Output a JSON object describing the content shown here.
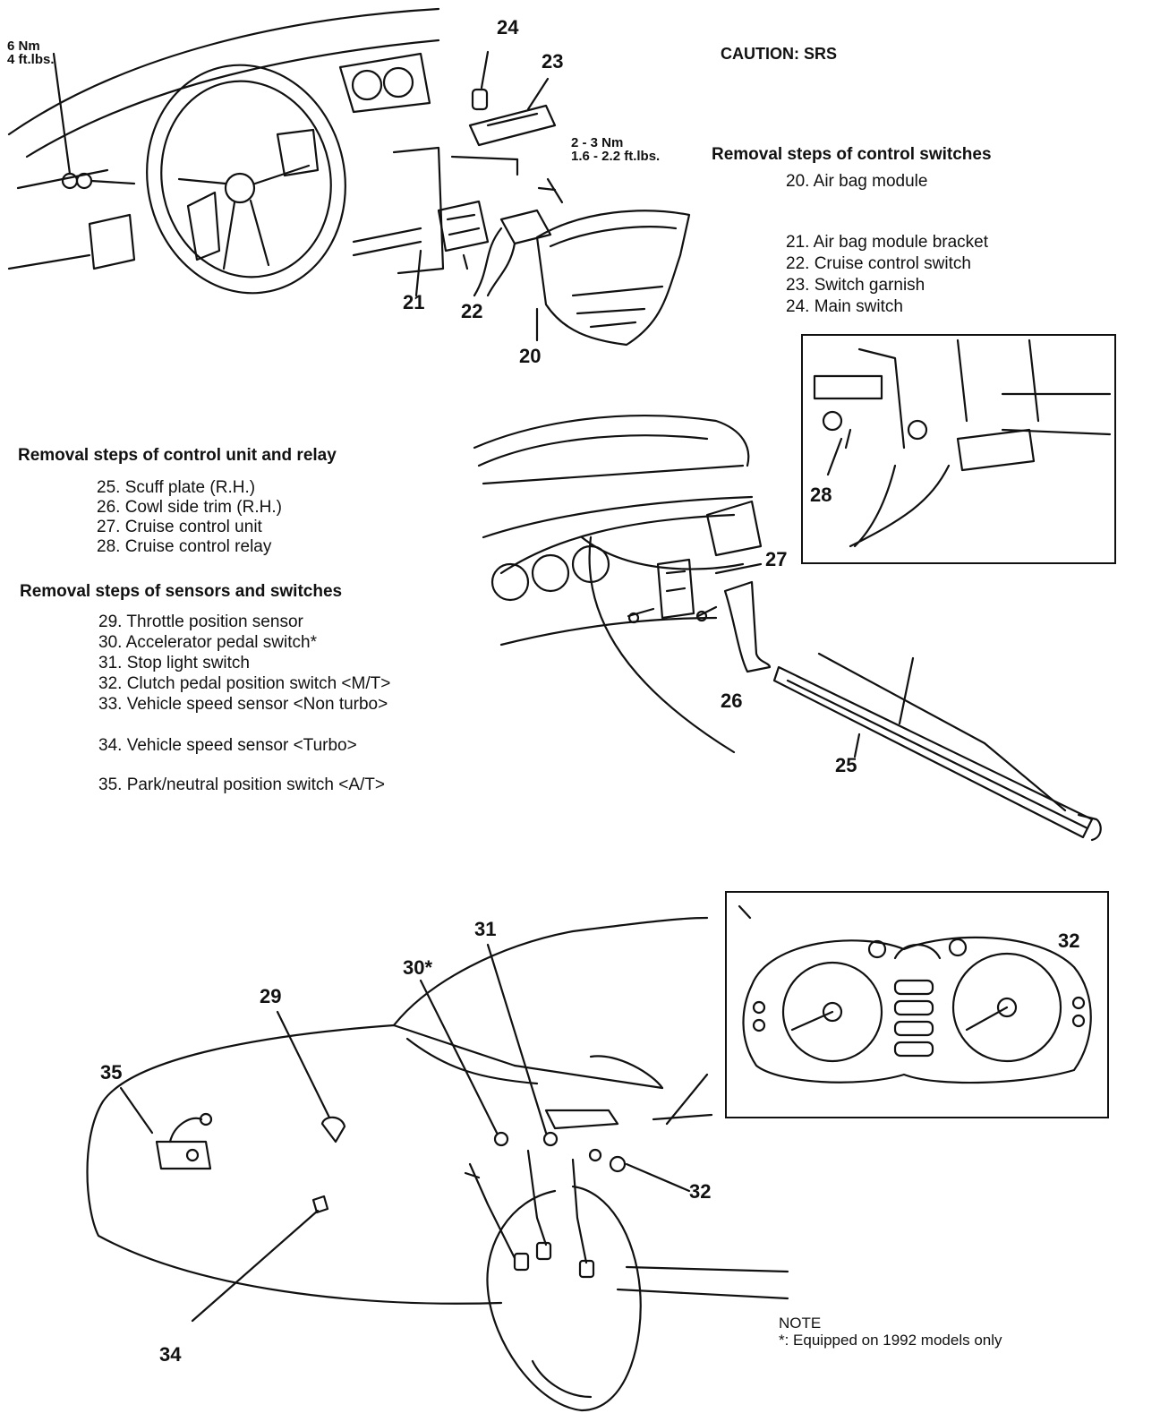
{
  "torque_top_left": {
    "line1": "6 Nm",
    "line2": "4 ft.lbs."
  },
  "caution": "CAUTION: SRS",
  "torque_mid": {
    "line1": "2 - 3 Nm",
    "line2": "1.6 - 2.2 ft.lbs."
  },
  "sections": {
    "control_switches": {
      "heading": "Removal steps of control switches",
      "items": [
        "20. Air bag module",
        "21. Air bag module bracket",
        "22. Cruise control switch",
        "23. Switch garnish",
        "24. Main switch"
      ]
    },
    "control_unit": {
      "heading": "Removal steps of control unit and relay",
      "items": [
        "25. Scuff plate (R.H.)",
        "26. Cowl side trim (R.H.)",
        "27. Cruise control unit",
        "28. Cruise control relay"
      ]
    },
    "sensors": {
      "heading": "Removal steps of sensors and switches",
      "items": [
        "29. Throttle position sensor",
        "30. Accelerator pedal switch*",
        "31. Stop light switch",
        "32. Clutch pedal position switch <M/T>",
        "33. Vehicle speed sensor <Non turbo>",
        "34. Vehicle speed sensor <Turbo>",
        "35. Park/neutral position switch <A/T>"
      ]
    }
  },
  "callouts": {
    "c20": "20",
    "c21": "21",
    "c22": "22",
    "c23": "23",
    "c24": "24",
    "c25": "25",
    "c26": "26",
    "c27": "27",
    "c28": "28",
    "c29": "29",
    "c30": "30*",
    "c31": "31",
    "c32a": "32",
    "c32b": "32",
    "c34": "34",
    "c35": "35"
  },
  "note": {
    "title": "NOTE",
    "text": "*: Equipped on 1992 models only"
  }
}
